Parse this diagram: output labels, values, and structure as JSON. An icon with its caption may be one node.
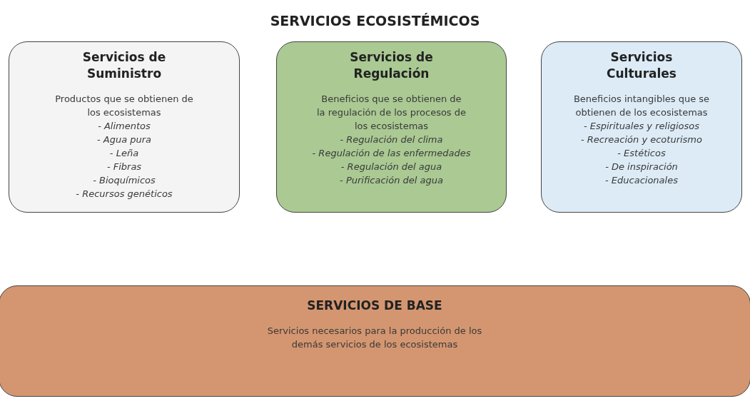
{
  "diagram": {
    "title": "SERVICIOS ECOSISTÉMICOS",
    "nodes": [
      {
        "text": [
          "Servicios de Suministro",
          "Productos que se obtienen de los ecosistemas",
          "- Alimentos",
          "- Agua pura",
          "- Leña",
          "- Fibras",
          "- Bioquímicos",
          "- Recursos genéticos"
        ]
      },
      {
        "text": [
          "Servicios de Regulación",
          "Beneficios que se obtienen de la regulación de los procesos de los ecosistemas",
          "- Regulación del clima",
          "- Regulación de las enfermedades",
          "- Regulación del agua",
          "- Purificación del agua"
        ]
      },
      {
        "text": [
          "Servicios Culturales",
          "Beneficios intangibles que se obtienen de los ecosistemas",
          "- Espirituales y religiosos",
          "- Recreación y ecoturismo",
          "- Estéticos",
          "- De inspiración",
          "- Educacionales"
        ]
      },
      {
        "text": [
          "SERVICIOS DE BASE",
          "Servicios necesarios para la producción de los demás servicios de los ecosistemas"
        ]
      }
    ],
    "edges": []
  }
}
